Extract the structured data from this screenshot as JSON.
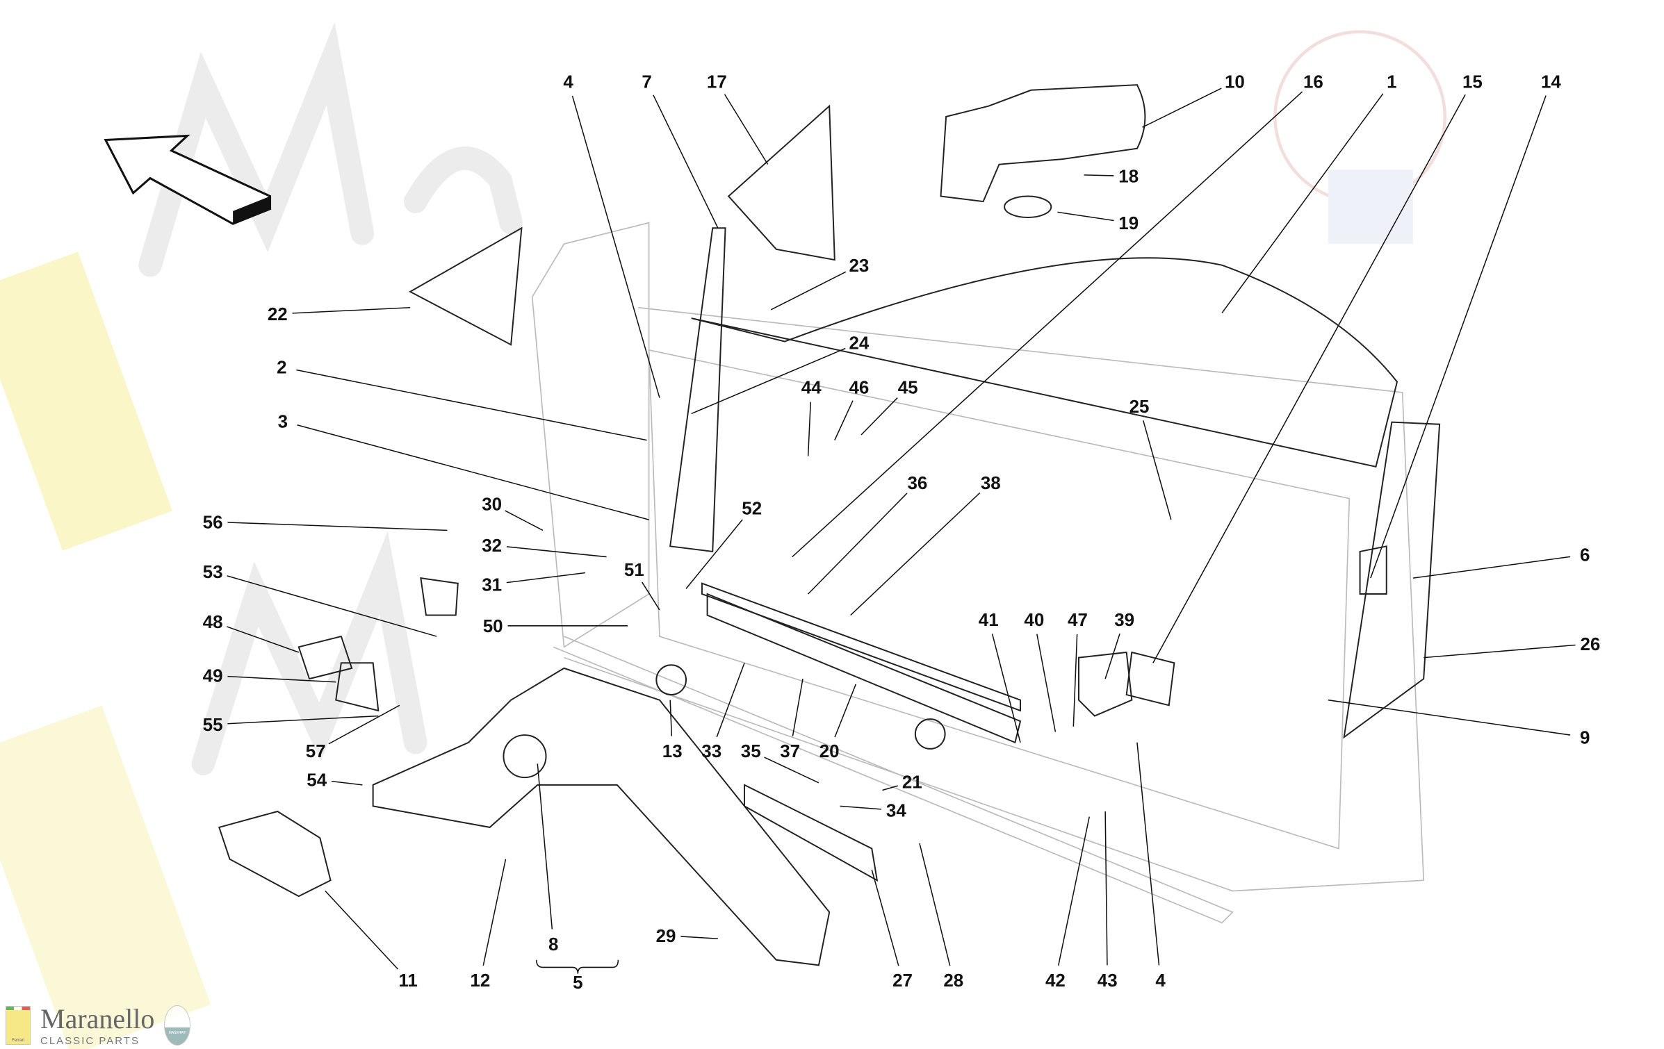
{
  "watermark": {
    "text": "Maranello",
    "sub": "CLASSIC PARTS"
  },
  "logo": {
    "brand": "Maranello",
    "tagline": "CLASSIC PARTS",
    "ferrari_lettering": "Ferrari",
    "maserati_lettering": "MASERATI"
  },
  "callouts": [
    "4",
    "7",
    "17",
    "10",
    "16",
    "1",
    "15",
    "14",
    "18",
    "19",
    "23",
    "22",
    "24",
    "2",
    "44",
    "46",
    "45",
    "25",
    "3",
    "38",
    "36",
    "30",
    "56",
    "52",
    "32",
    "31",
    "6",
    "53",
    "51",
    "48",
    "50",
    "41",
    "40",
    "47",
    "39",
    "26",
    "49",
    "55",
    "9",
    "57",
    "13",
    "33",
    "35",
    "37",
    "20",
    "21",
    "54",
    "34",
    "29",
    "11",
    "12",
    "8",
    "5",
    "27",
    "28",
    "42",
    "43",
    "4"
  ],
  "direction_arrow": "arrow-icon"
}
